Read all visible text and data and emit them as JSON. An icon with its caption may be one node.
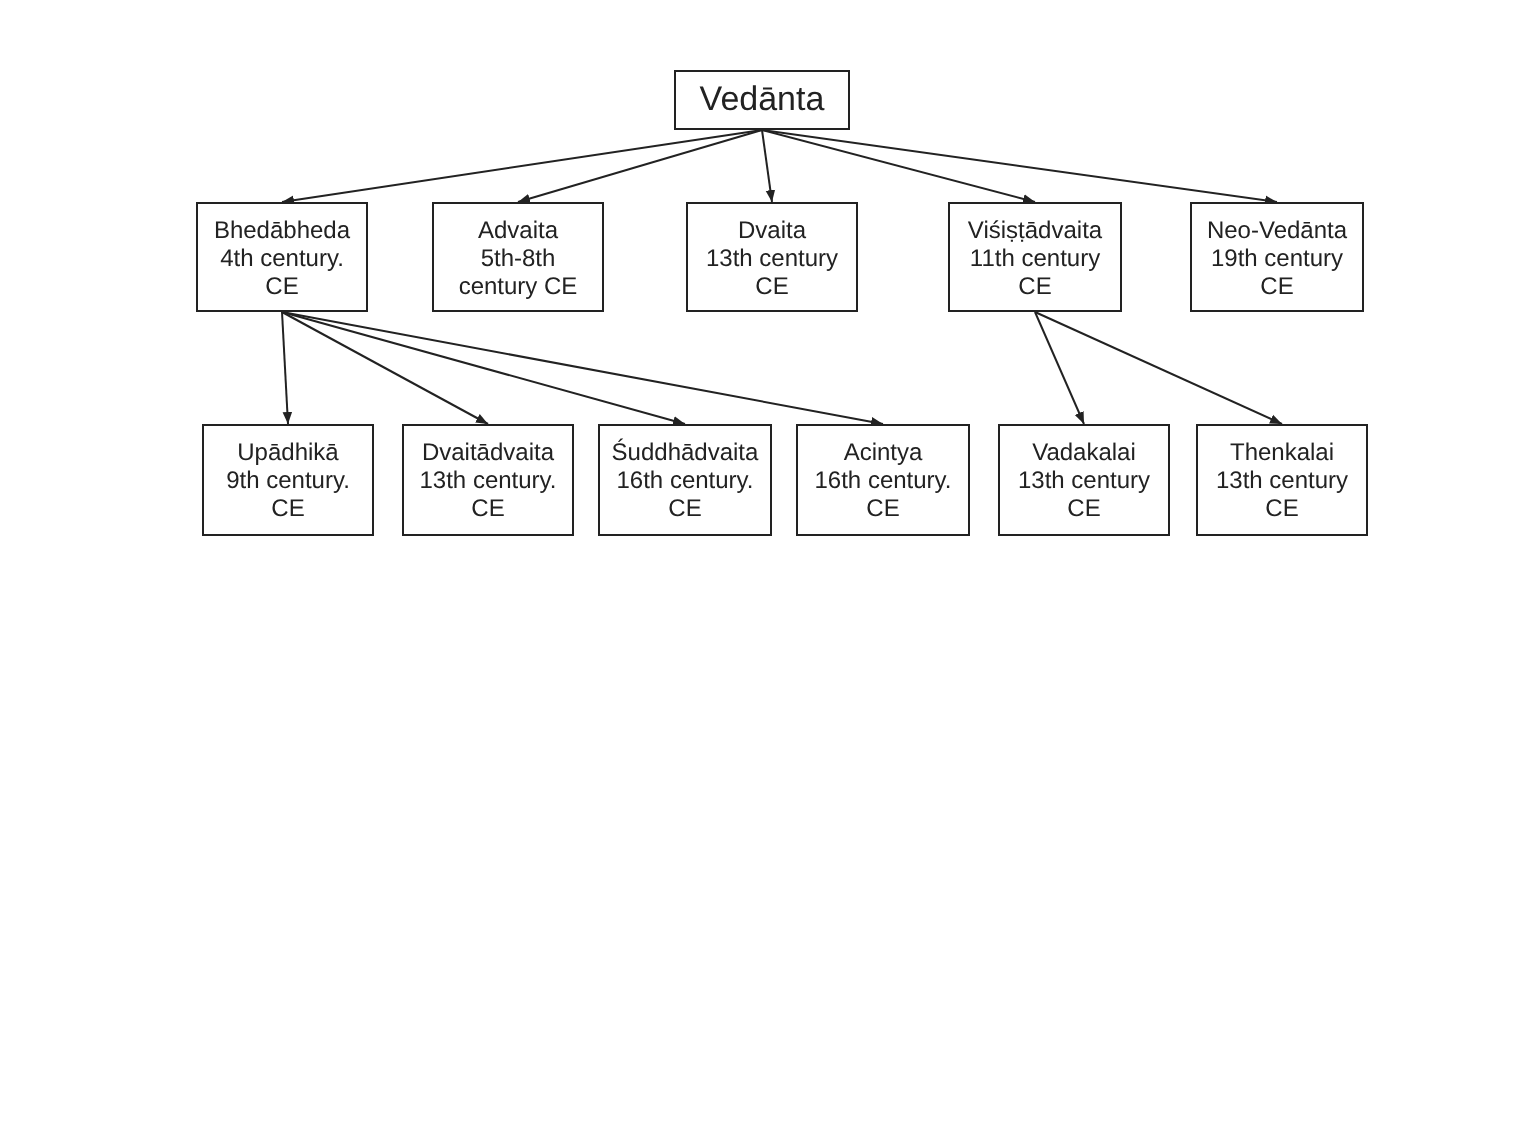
{
  "diagram": {
    "nodes": [
      {
        "text": [
          "Vedānta"
        ]
      },
      {
        "text": [
          "Bhedābheda",
          "4th century. CE"
        ]
      },
      {
        "text": [
          "Advaita",
          "5th-8th century CE"
        ]
      },
      {
        "text": [
          "Dvaita",
          "13th century CE"
        ]
      },
      {
        "text": [
          "Viśiṣṭādvaita",
          "11th century CE"
        ]
      },
      {
        "text": [
          "Neo-Vedānta",
          "19th century CE"
        ]
      },
      {
        "text": [
          "Upādhikā",
          "9th century. CE"
        ]
      },
      {
        "text": [
          "Dvaitādvaita",
          "13th century. CE"
        ]
      },
      {
        "text": [
          "Śuddhādvaita",
          "16th century. CE"
        ]
      },
      {
        "text": [
          "Acintya",
          "16th century. CE"
        ]
      },
      {
        "text": [
          "Vadakalai",
          "13th century CE"
        ]
      },
      {
        "text": [
          "Thenkalai",
          "13th century CE"
        ]
      }
    ],
    "edges": [
      {
        "from": 0,
        "to": 1,
        "arrow": "to"
      },
      {
        "from": 0,
        "to": 2,
        "arrow": "to"
      },
      {
        "from": 0,
        "to": 3,
        "arrow": "to"
      },
      {
        "from": 0,
        "to": 4,
        "arrow": "to"
      },
      {
        "from": 0,
        "to": 5,
        "arrow": "to"
      },
      {
        "from": 1,
        "to": 6,
        "arrow": "to"
      },
      {
        "from": 1,
        "to": 7,
        "arrow": "to"
      },
      {
        "from": 1,
        "to": 8,
        "arrow": "to"
      },
      {
        "from": 1,
        "to": 9,
        "arrow": "to"
      },
      {
        "from": 4,
        "to": 10,
        "arrow": "to"
      },
      {
        "from": 4,
        "to": 11,
        "arrow": "to"
      }
    ]
  }
}
